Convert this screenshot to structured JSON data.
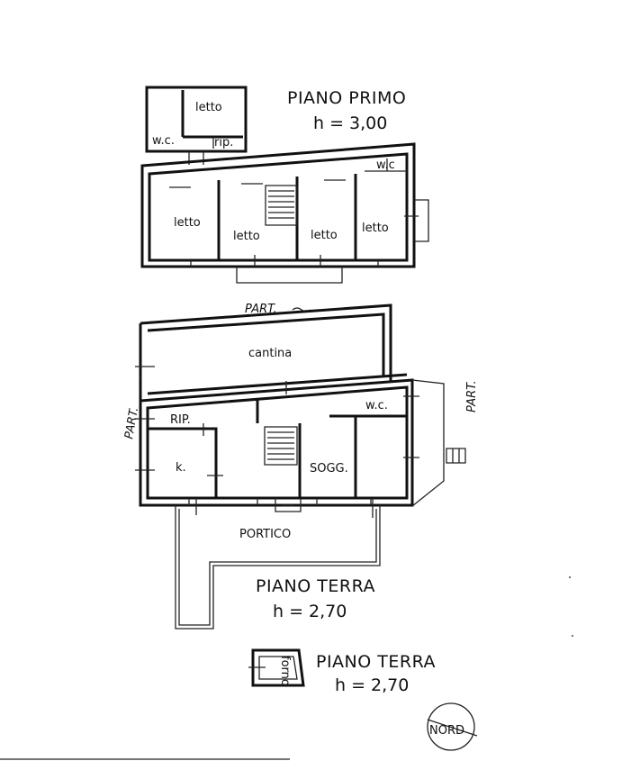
{
  "floors": {
    "first": {
      "title": "PIANO PRIMO",
      "height": "h = 3,00"
    },
    "ground": {
      "title": "PIANO TERRA",
      "height": "h = 2,70"
    },
    "oven": {
      "title": "PIANO TERRA",
      "height": "h = 2,70"
    }
  },
  "rooms": {
    "first_letto_top": "letto",
    "first_wc_left": "w.c.",
    "first_rip": "rip.",
    "first_wc_right": "w.c",
    "first_letto_1": "letto",
    "first_letto_2": "letto",
    "first_letto_3": "letto",
    "first_letto_4": "letto",
    "cantina": "cantina",
    "ground_wc": "w.c.",
    "ground_rip": "RIP.",
    "ground_k": "k.",
    "sogg": "SOGG.",
    "portico": "PORTICO",
    "forno": "forno"
  },
  "annotations": {
    "part_top": "PART.",
    "part_left": "PART.",
    "part_right": "PART.",
    "nord": "NORD"
  }
}
